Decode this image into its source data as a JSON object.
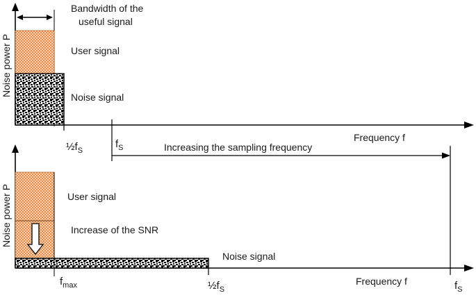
{
  "top": {
    "axis_label": "Noise power P",
    "bandwidth_label_line1": "Bandwidth of the",
    "bandwidth_label_line2": "useful signal",
    "user_signal_label": "User signal",
    "noise_signal_label": "Noise signal",
    "half_fs_prefix": "½f",
    "half_fs_sub": "S",
    "fs_prefix": "f",
    "fs_sub": "S",
    "sampling_label": "Increasing the sampling frequency",
    "frequency_label": "Frequency f"
  },
  "bottom": {
    "axis_label": "Noise power P",
    "user_signal_label": "User signal",
    "snr_label": "Increase of the SNR",
    "noise_signal_label": "Noise signal",
    "fmax_prefix": "f",
    "fmax_sub": "max",
    "half_fs_prefix": "½f",
    "half_fs_sub": "S",
    "fs_prefix": "f",
    "fs_sub": "S",
    "frequency_label": "Frequency f"
  },
  "colors": {
    "user_signal_fill": "#f5c9a6",
    "user_signal_grid": "#e0884a",
    "noise_fill": "#111111",
    "axis": "#000000"
  }
}
